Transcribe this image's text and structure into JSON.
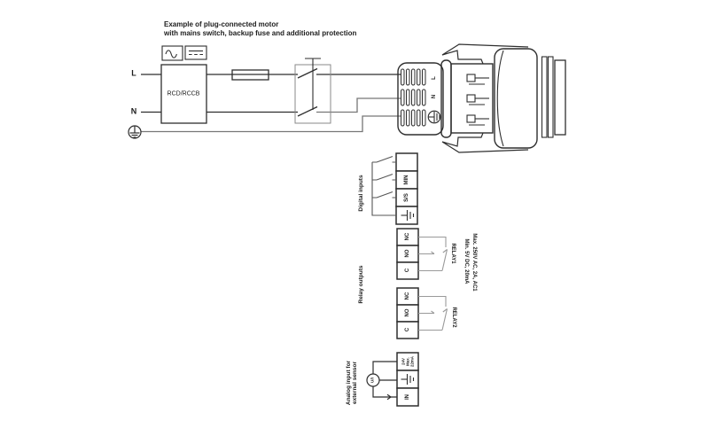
{
  "diagram": {
    "caption": {
      "line1": "Example of plug-connected motor",
      "line2": "with mains switch, backup fuse and additional protection"
    },
    "mains": {
      "line_label": "L",
      "neutral_label": "N",
      "rcd_label": "RCD/RCCB"
    },
    "plug": {
      "line_label": "L",
      "neutral_label": "N"
    },
    "digital_inputs": {
      "section_label": "Digital inputs",
      "terminal_min": "MIN",
      "terminal_ss": "S/S"
    },
    "relay_outputs": {
      "section_label": "Relay outputs",
      "relay1_label": "RELAY1",
      "relay2_label": "RELAY2",
      "terminals": [
        "NC",
        "NO",
        "C"
      ],
      "max_rating": "Max. 250V AC, 2A, AC1",
      "min_rating": "Min. 5V DC, 20mA"
    },
    "analog_input": {
      "section_label_line1": "Analog input for",
      "section_label_line2": "external sensor",
      "supply_line1": "24V",
      "supply_line2": "Max.",
      "supply_line3": "22mA",
      "terminal_in": "IN",
      "sensor_label": "U/I"
    },
    "colors": {
      "wire": "#2e2e2e",
      "wire_gray": "#9a9a9a",
      "step_gray": "#777777",
      "text": "#1c1c1c",
      "background": "#ffffff"
    }
  }
}
